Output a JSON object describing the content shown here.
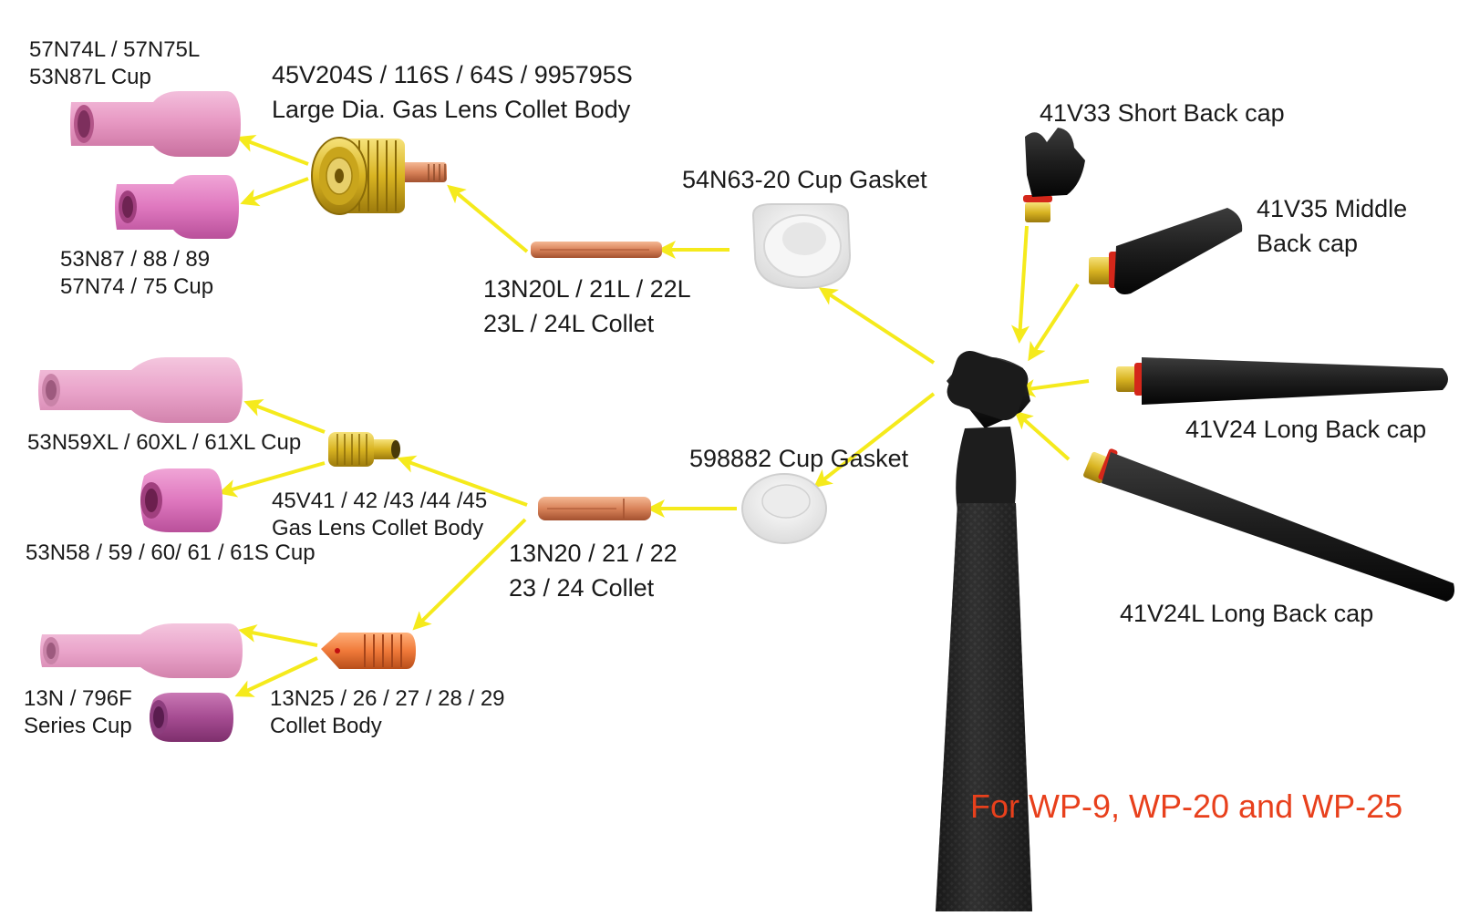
{
  "colors": {
    "arrow": "#f5ea1c",
    "footnote": "#e8401c",
    "ceramic_pink": "#e89ac4",
    "ceramic_purple": "#a64c92",
    "brass": "#d9b422",
    "copper": "#d9835a",
    "torch_black": "#1d1d1d",
    "gasket_white": "#f4f4f4"
  },
  "labels": {
    "cup_57n74l": [
      "57N74L / 57N75L",
      "53N87L Cup"
    ],
    "large_gas_lens_body": [
      "45V204S / 116S / 64S / 995795S",
      "Large Dia. Gas Lens Collet Body"
    ],
    "cup_53n87": [
      "53N87 / 88 / 89",
      "57N74 / 75 Cup"
    ],
    "collet_13n20l": [
      "13N20L  / 21L / 22L",
      "23L / 24L Collet"
    ],
    "gasket_54n63": "54N63-20 Cup Gasket",
    "back_cap_short": "41V33 Short Back cap",
    "back_cap_middle": [
      "41V35 Middle",
      "Back cap"
    ],
    "back_cap_long": "41V24 Long Back cap",
    "back_cap_long_l": "41V24L Long Back cap",
    "cup_53n59xl": "53N59XL / 60XL / 61XL Cup",
    "gas_lens_body": [
      "45V41 / 42 /43 /44 /45",
      "Gas Lens Collet Body"
    ],
    "cup_53n58": "53N58 / 59 / 60/ 61 / 61S Cup",
    "gasket_598882": "598882  Cup Gasket",
    "collet_13n20": [
      "13N20 / 21 / 22",
      "23 / 24 Collet"
    ],
    "cup_13n": [
      "13N / 796F",
      "Series Cup"
    ],
    "collet_body_13n25": [
      "13N25 / 26 / 27 / 28 / 29",
      "Collet Body"
    ],
    "footnote": "For WP-9, WP-20 and WP-25"
  }
}
